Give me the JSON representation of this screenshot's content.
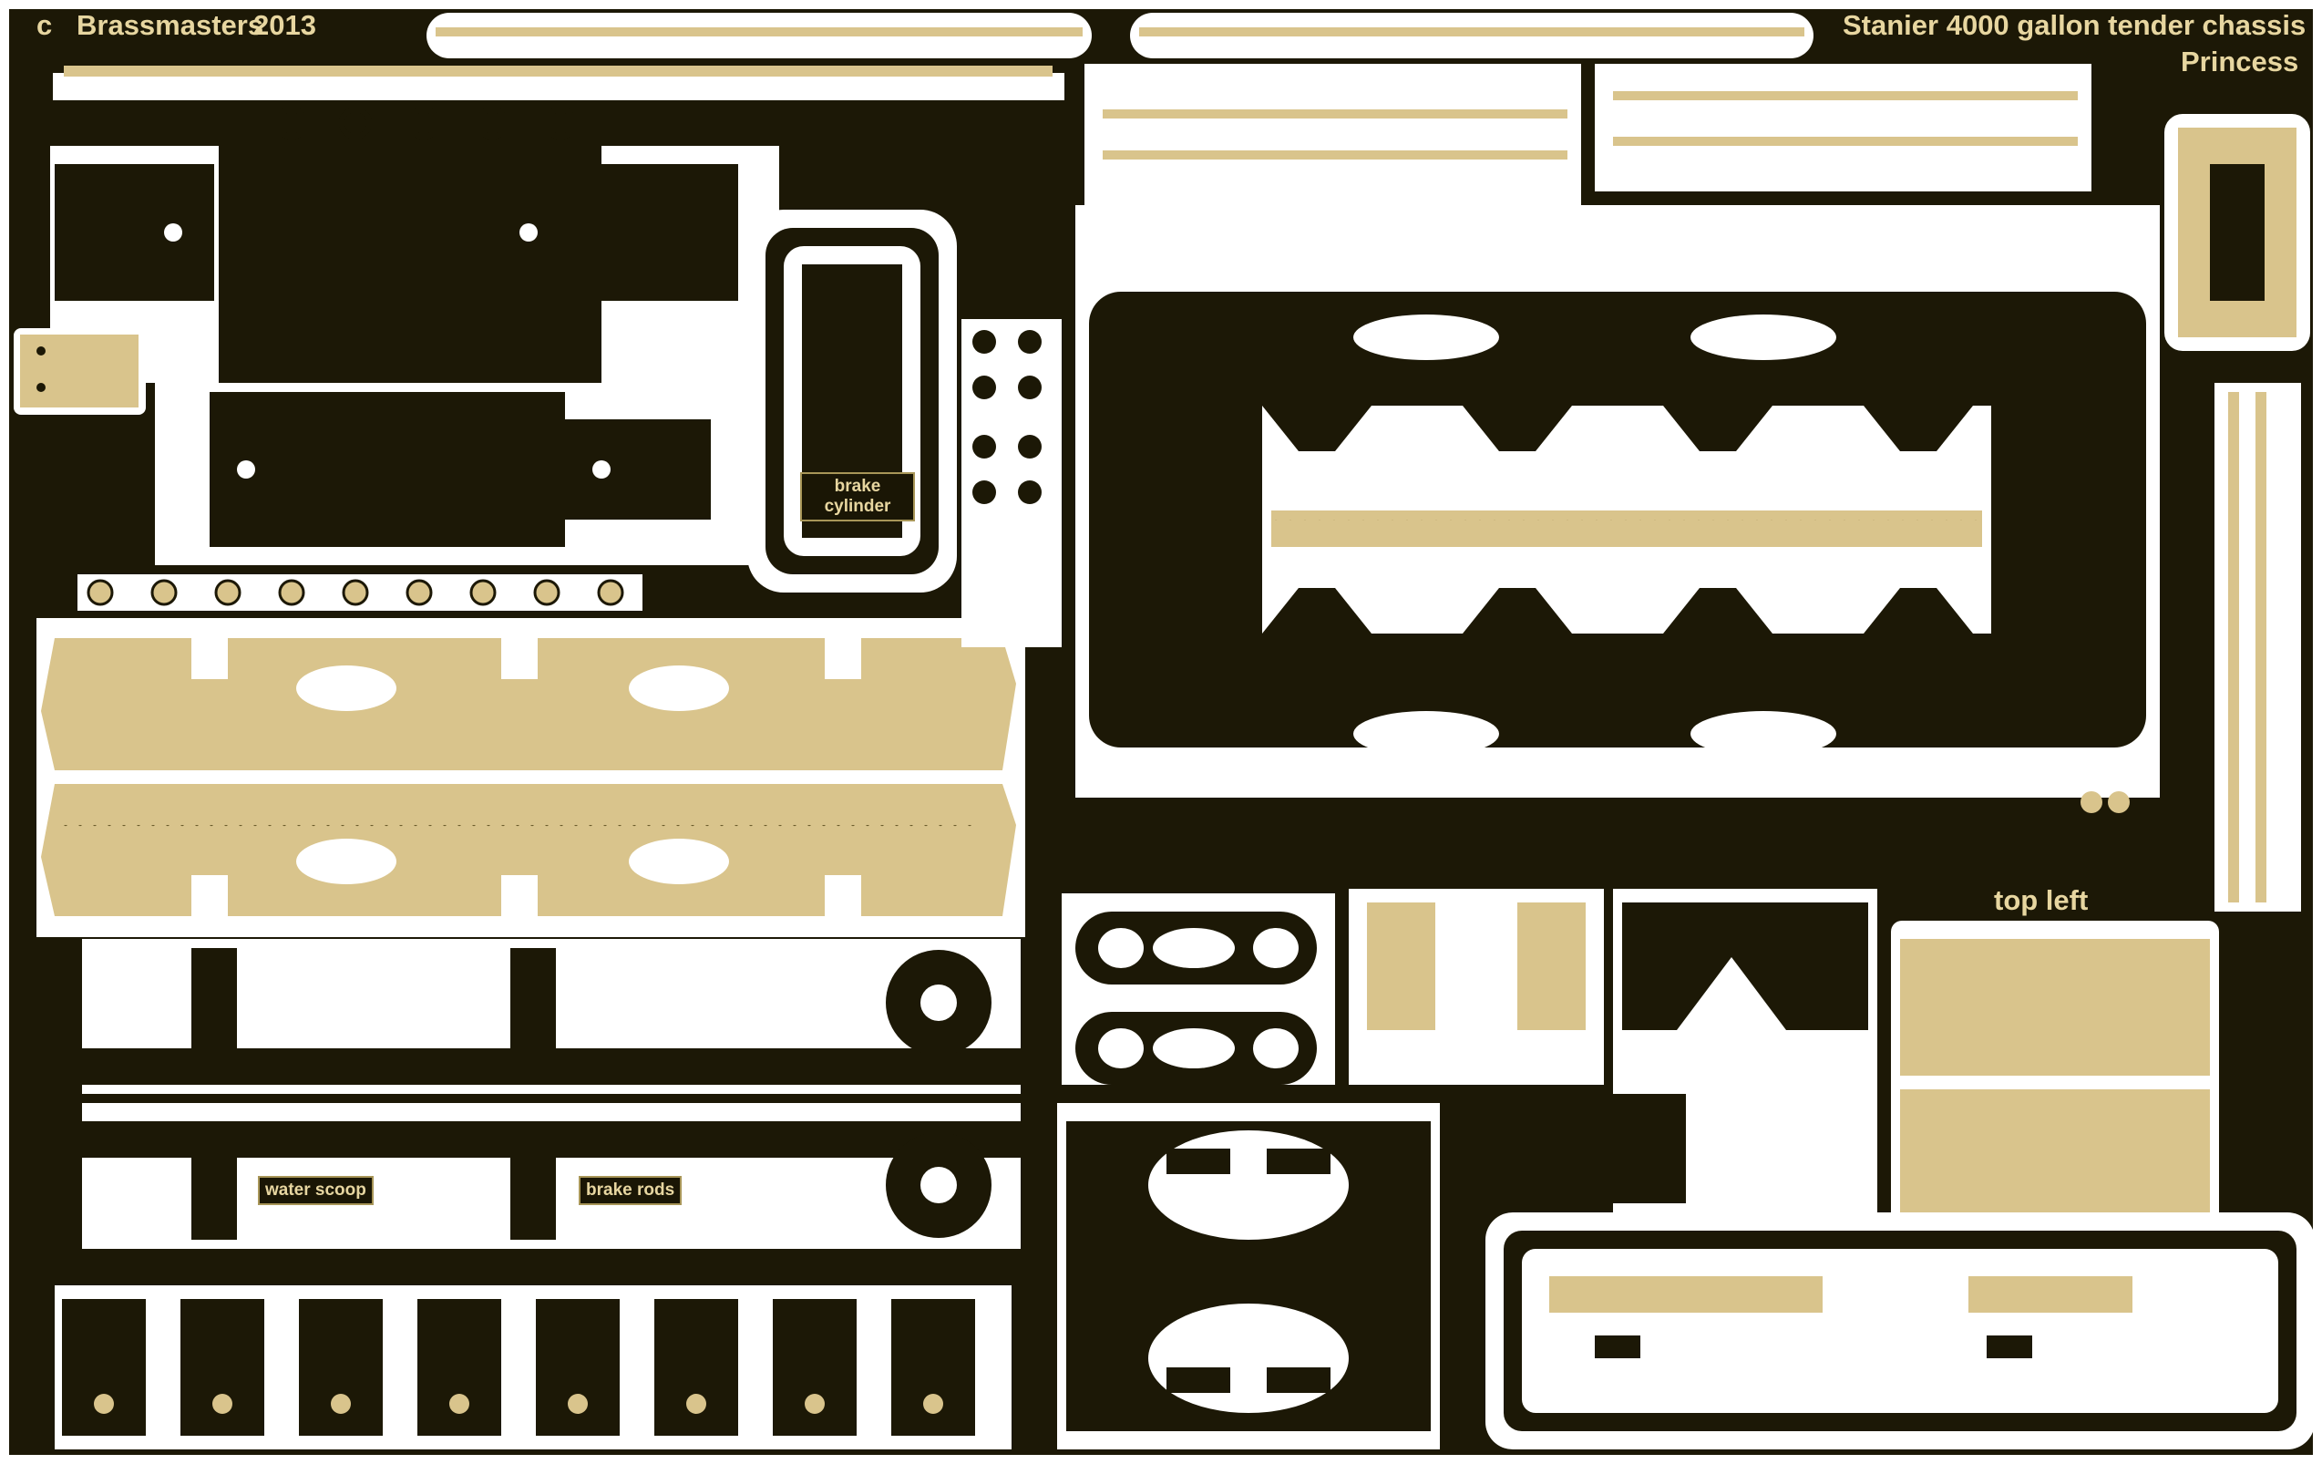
{
  "sheet": {
    "maker_mark": "c",
    "maker": "Brassmasters",
    "year": "2013",
    "title": "Stanier 4000 gallon tender chassis",
    "subtitle": "Princess",
    "labels": {
      "brake_cylinder_line1": "brake",
      "brake_cylinder_line2": "cylinder",
      "water_scoop": "water scoop",
      "brake_rods": "brake rods",
      "top_left": "top left"
    }
  },
  "colors": {
    "etch_background": "#1c1806",
    "brass": "#d9c48c",
    "brass_light": "#eadcaa",
    "cutout": "#ffffff",
    "label_text": "#e7d6a0"
  }
}
